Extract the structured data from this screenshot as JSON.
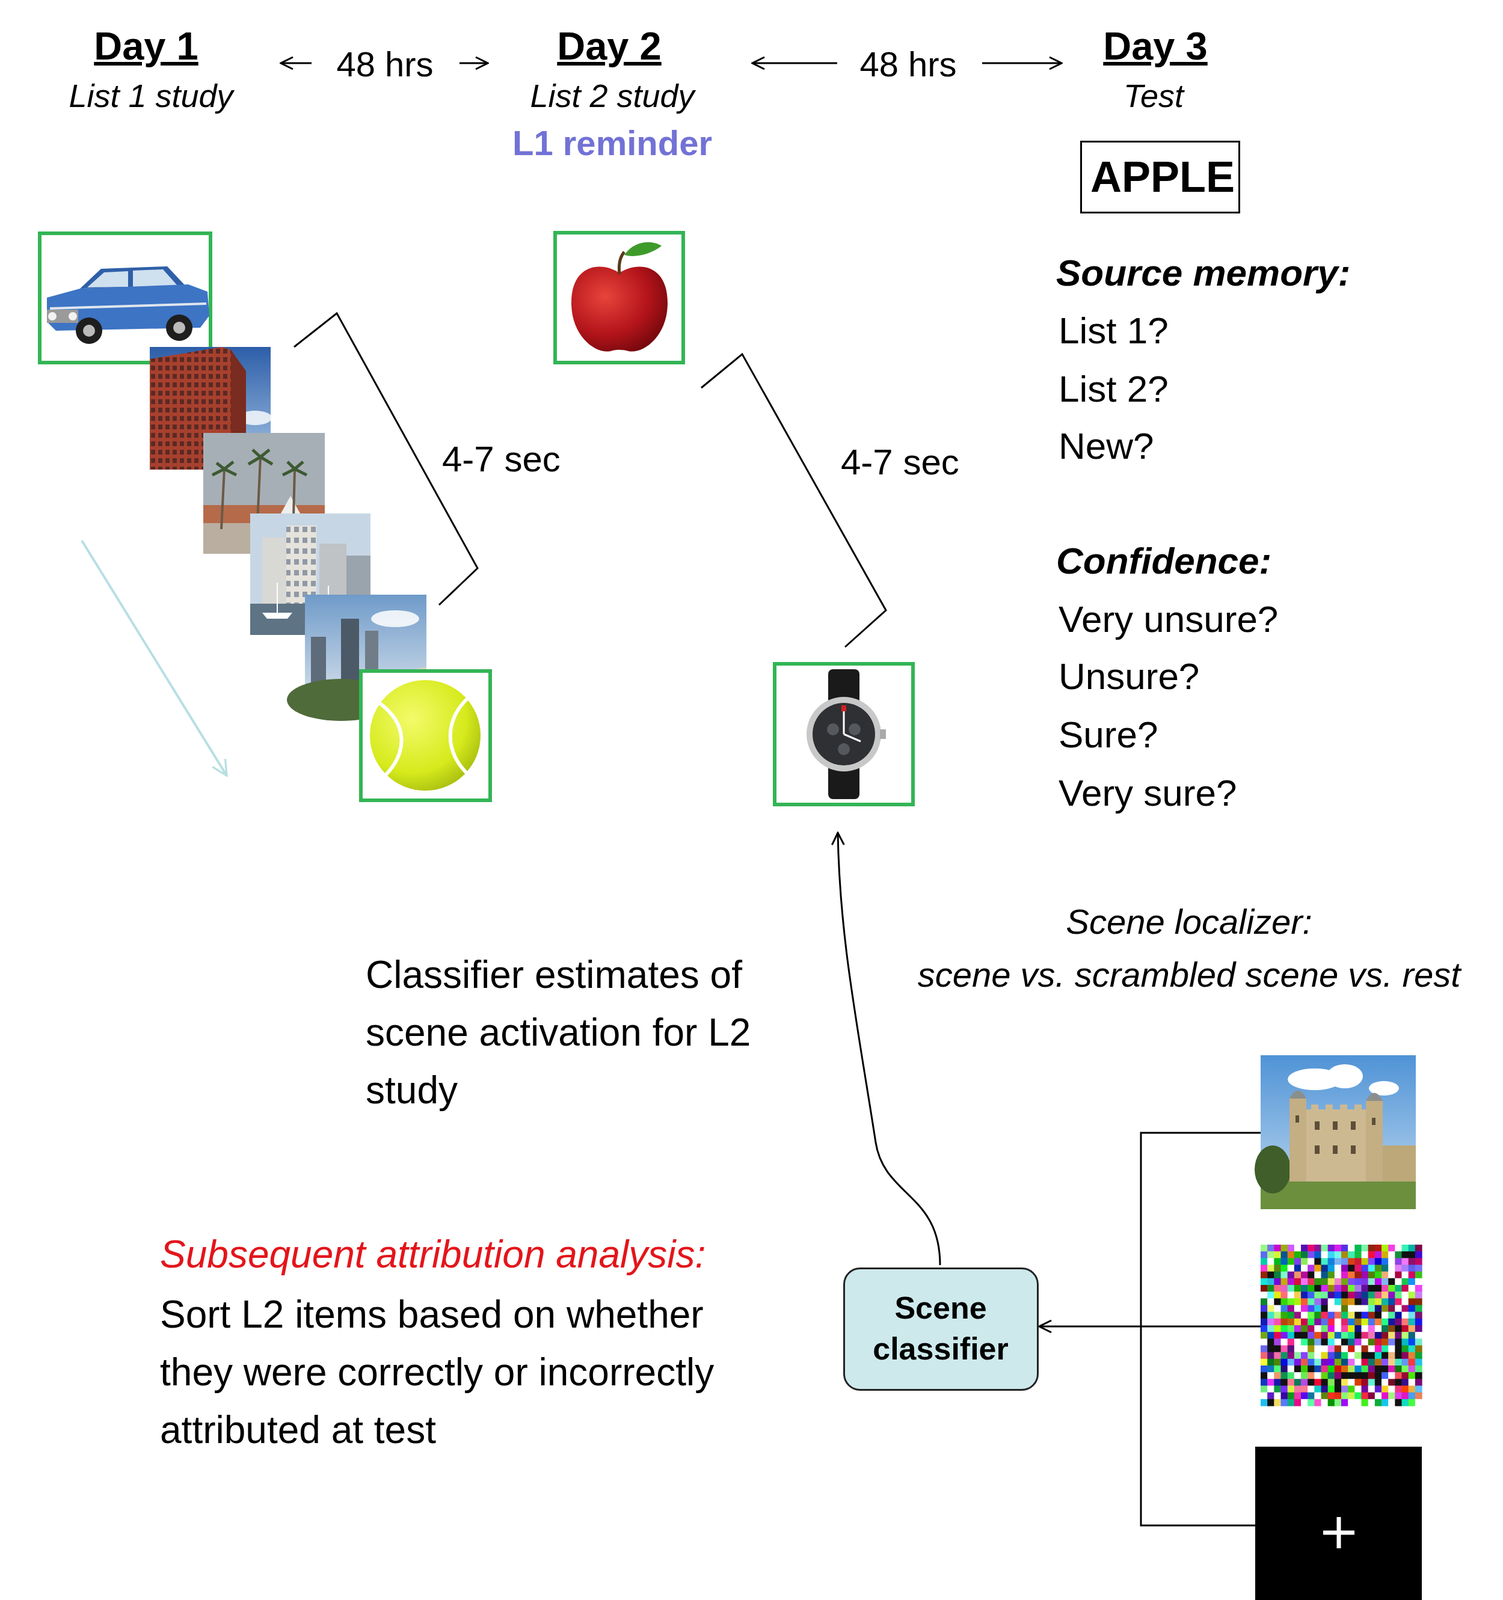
{
  "diagram": {
    "nodes": [
      {
        "text": [
          "APPLE"
        ]
      },
      {
        "text": [
          "Scene classifier"
        ]
      }
    ],
    "labels": [
      "Day 1",
      "List 1 study",
      "48 hrs",
      "Day 2",
      "List 2 study",
      "L1 reminder",
      "48 hrs",
      "Day 3",
      "Test",
      "4-7 sec",
      "4-7 sec",
      "Source memory:",
      "List 1?",
      "List 2?",
      "New?",
      "Confidence:",
      "Very unsure?",
      "Unsure?",
      "Sure?",
      "Very sure?",
      "Scene localizer:",
      "scene vs. scrambled scene vs. rest",
      "Classifier estimates of scene activation for L2 study",
      "Subsequent attribution analysis:",
      "Sort L2 items based on whether they were correctly or incorrectly attributed at test"
    ]
  }
}
